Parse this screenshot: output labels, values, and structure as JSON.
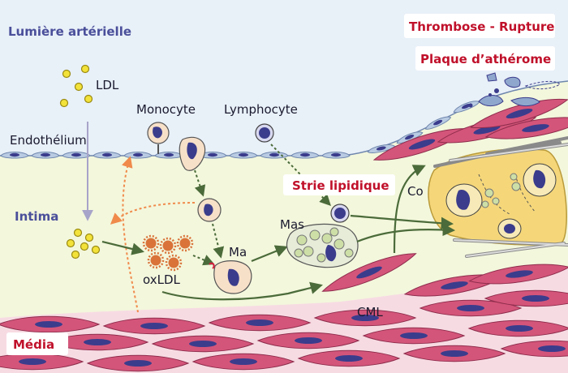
{
  "labels": {
    "lumen": "Lumière artérielle",
    "ldl": "LDL",
    "monocyte": "Monocyte",
    "lymphocyte": "Lymphocyte",
    "endothelium": "Endothélium",
    "intima": "Intima",
    "ma": "Ma",
    "oxldl": "oxLDL",
    "mas": "Mas",
    "strie": "Strie lipidique",
    "co": "Co",
    "cml": "CML",
    "media": "Média",
    "thrombose": "Thrombose - Rupture",
    "plaque": "Plaque d’athérome"
  },
  "colors": {
    "lumen": "#e8f0f8",
    "intima": "#f3f7dc",
    "endothelium": "#b9cbe2",
    "smooth_muscle": "#d4557a",
    "nucleus": "#3b3c8c",
    "ldl": "#f2e23a",
    "oxldl": "#d9733a",
    "plaque": "#f5d77a",
    "foam_cell": "#cddfa6",
    "arrow_green": "#4b6b3a",
    "arrow_orange": "#f08a4b",
    "arrow_lilac": "#a7a4c9",
    "badge_text": "#c0102a",
    "title_blue": "#4a4f9a"
  }
}
